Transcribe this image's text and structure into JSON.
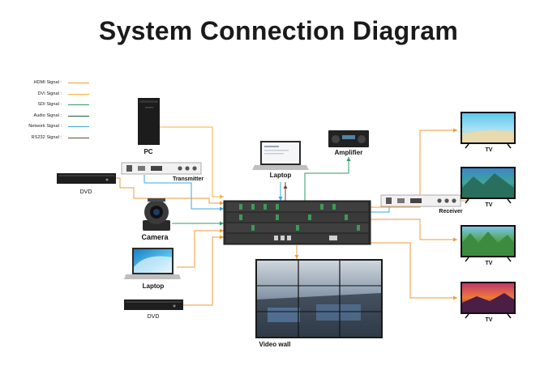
{
  "title": "System Connection Diagram",
  "legend": [
    {
      "label": "HDMI Signal :",
      "color": "#f29a3a"
    },
    {
      "label": "DVI Signal :",
      "color": "#f4b23c"
    },
    {
      "label": "SDI Signal :",
      "color": "#2e9c62"
    },
    {
      "label": "Audio Signal :",
      "color": "#1f5a3e"
    },
    {
      "label": "Network Signal :",
      "color": "#39a7dc"
    },
    {
      "label": "RS232 Signal :",
      "color": "#6b4a2f"
    }
  ],
  "devices": {
    "pc": "PC",
    "dvd_top": "DVD",
    "transmitter": "Transmitter",
    "camera": "Camera",
    "laptop_left": "Laptop",
    "dvd_bottom": "DVD",
    "laptop_top": "Laptop",
    "amplifier": "Amplifier",
    "receiver": "Receiver",
    "tv1": "TV",
    "tv2": "TV",
    "tv3": "TV",
    "tv4": "TV",
    "video_wall": "Video wall"
  }
}
